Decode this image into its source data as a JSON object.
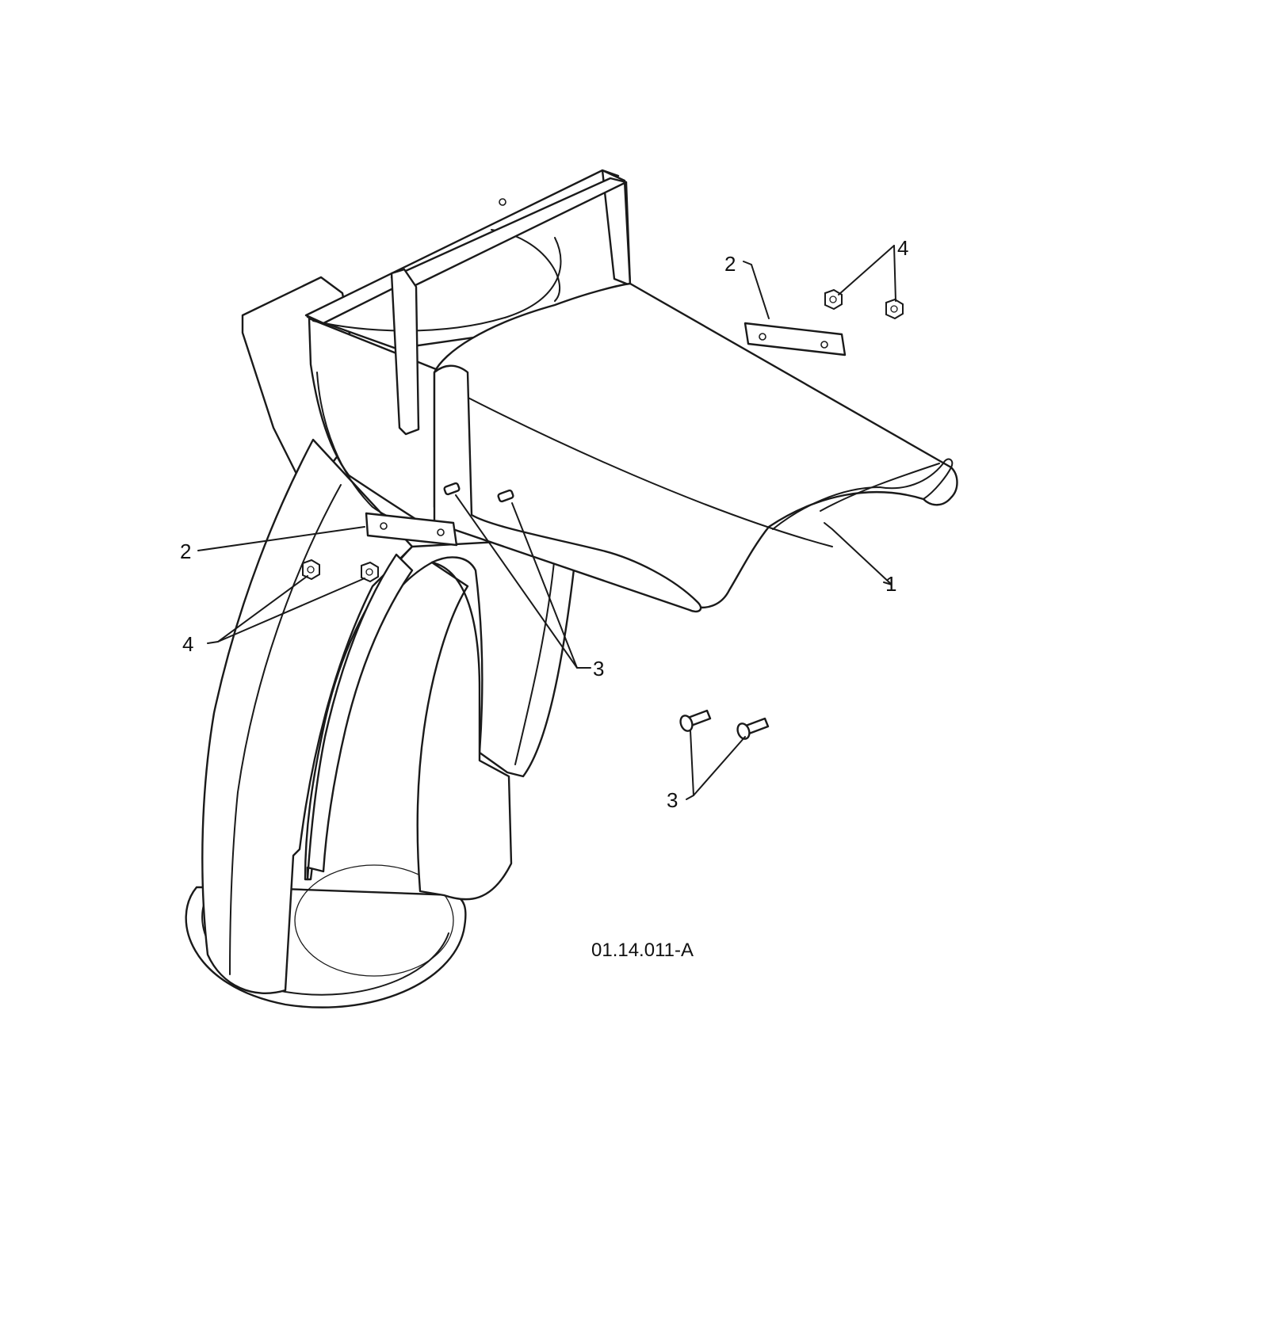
{
  "figure": {
    "figure_id": "01.14.011-A"
  },
  "callouts": {
    "item_1": "1",
    "item_2_upper": "2",
    "item_2_lower": "2",
    "item_3_mid": "3",
    "item_3_lower": "3",
    "item_4_upper": "4",
    "item_4_lower": "4"
  },
  "colors": {
    "line": "#1a1a1a",
    "background": "#ffffff"
  }
}
